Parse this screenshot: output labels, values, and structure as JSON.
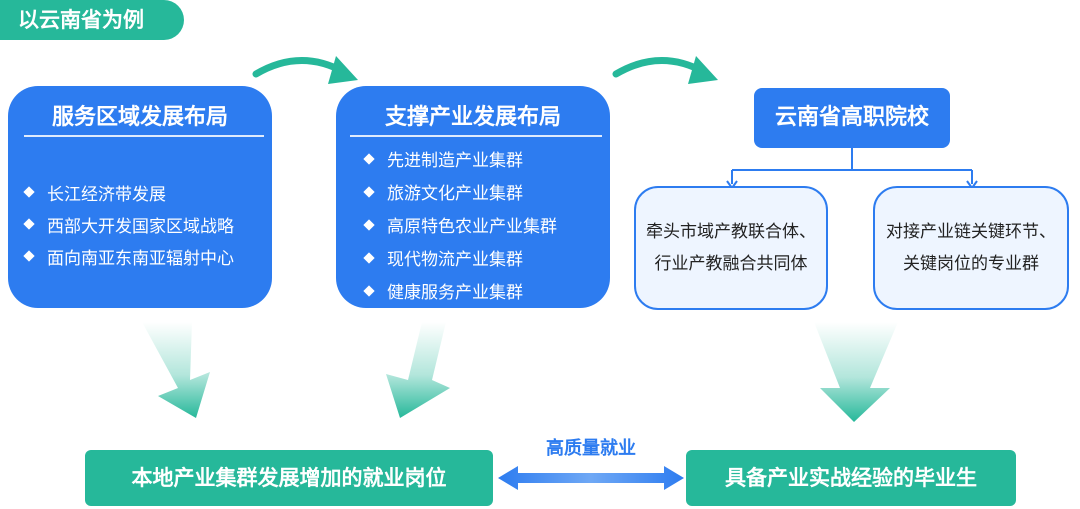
{
  "tag": {
    "label": "以云南省为例"
  },
  "service_box": {
    "title": "服务区域发展布局",
    "items": [
      "长江经济带发展",
      "西部大开发国家区域战略",
      "面向南亚东南亚辐射中心"
    ]
  },
  "industry_box": {
    "title": "支撑产业发展布局",
    "items": [
      "先进制造产业集群",
      "旅游文化产业集群",
      "高原特色农业产业集群",
      "现代物流产业集群",
      "健康服务产业集群"
    ]
  },
  "school": {
    "label": "云南省高职院校"
  },
  "left_sub": {
    "line1": "牵头市域产教联合体、",
    "line2": "行业产教融合共同体"
  },
  "right_sub": {
    "line1": "对接产业链关键环节、",
    "line2": "关键岗位的专业群"
  },
  "bottom_left": {
    "label": "本地产业集群发展增加的就业岗位"
  },
  "bottom_right": {
    "label": "具备产业实战经验的毕业生"
  },
  "middle_label": {
    "label": "高质量就业"
  },
  "colors": {
    "blue": "#2d7cf0",
    "green": "#26b89a",
    "light_blue_fill": "#eef5ff"
  },
  "icons": {
    "bullet": "diamond-bullet-icon"
  }
}
